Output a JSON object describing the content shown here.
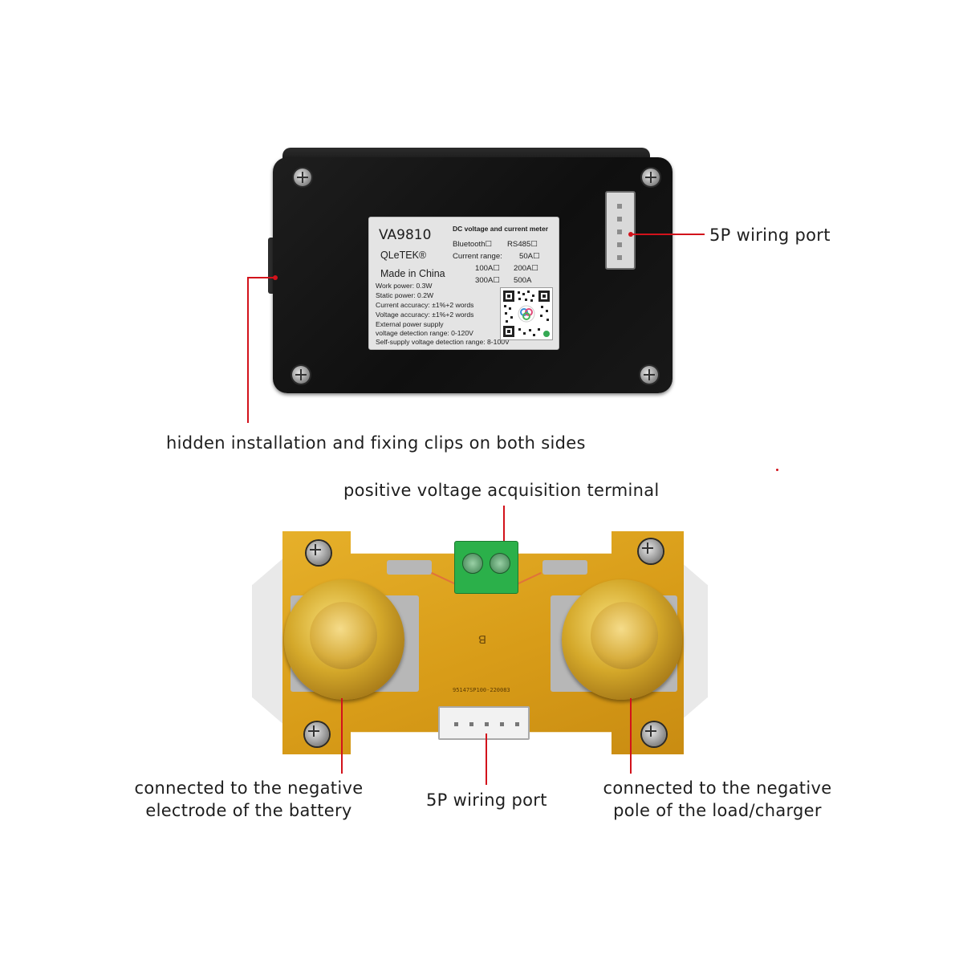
{
  "device_label": {
    "model": "VA9810",
    "title": "DC voltage and current meter",
    "brand": "QLeTEK®",
    "origin": "Made in China",
    "options": [
      "Bluetooth☐",
      "RS485☐",
      "Current range:",
      "50A☐",
      "100A☐",
      "200A☐",
      "300A☐",
      "500A"
    ],
    "specs": [
      "Work power: 0.3W",
      "Static power: 0.2W",
      "Current accuracy: ±1%+2 words",
      "Voltage accuracy: ±1%+2 words",
      "External power supply",
      "voltage detection range: 0-120V",
      "Self-supply voltage detection range: 8-100V"
    ]
  },
  "pcb": {
    "marking": "B",
    "serial": "95147SP100-220083"
  },
  "callouts": {
    "top_port": "5P wiring port",
    "clips": "hidden installation and fixing clips on both sides",
    "positive_terminal": "positive voltage acquisition terminal",
    "battery_line1": "connected to the negative",
    "battery_line2": "electrode of the battery",
    "bottom_port": "5P wiring port",
    "load_line1": "connected to the negative",
    "load_line2": "pole of the load/charger"
  },
  "colors": {
    "callout_line": "#d2121b",
    "meter_body": "#151515",
    "pcb": "#d89c18",
    "terminal": "#2bb04a"
  }
}
